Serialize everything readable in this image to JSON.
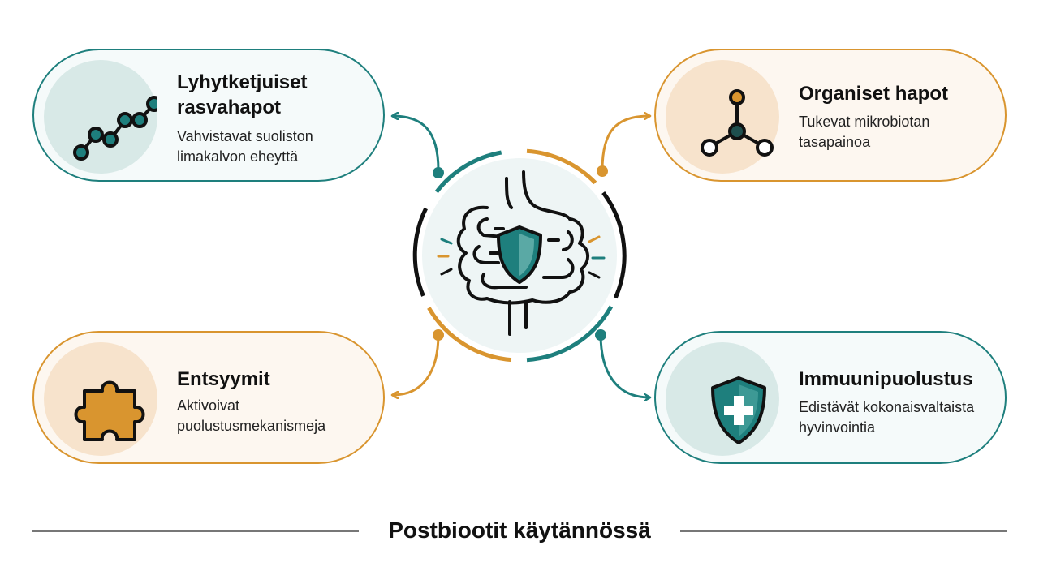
{
  "diagram": {
    "footer_title": "Postbiootit käytännössä",
    "center_icon": "intestine-shield-icon",
    "colors": {
      "teal": "#1e7f7d",
      "orange": "#d9952f",
      "dark": "#111111"
    },
    "cards": [
      {
        "title": "Lyhytketjuiset rasvahapot",
        "description": "Vahvistavat suoliston limakalvon eheyttä",
        "icon": "molecule-chain-icon",
        "accent": "teal"
      },
      {
        "title": "Organiset hapot",
        "description": "Tukevat mikrobiotan tasapainoa",
        "icon": "molecule-icon",
        "accent": "orange"
      },
      {
        "title": "Entsyymit",
        "description": "Aktivoivat puolustusmekanismeja",
        "icon": "puzzle-piece-icon",
        "accent": "orange"
      },
      {
        "title": "Immuunipuolustus",
        "description": "Edistävät kokonaisvaltaista hyvinvointia",
        "icon": "shield-plus-icon",
        "accent": "teal"
      }
    ]
  }
}
